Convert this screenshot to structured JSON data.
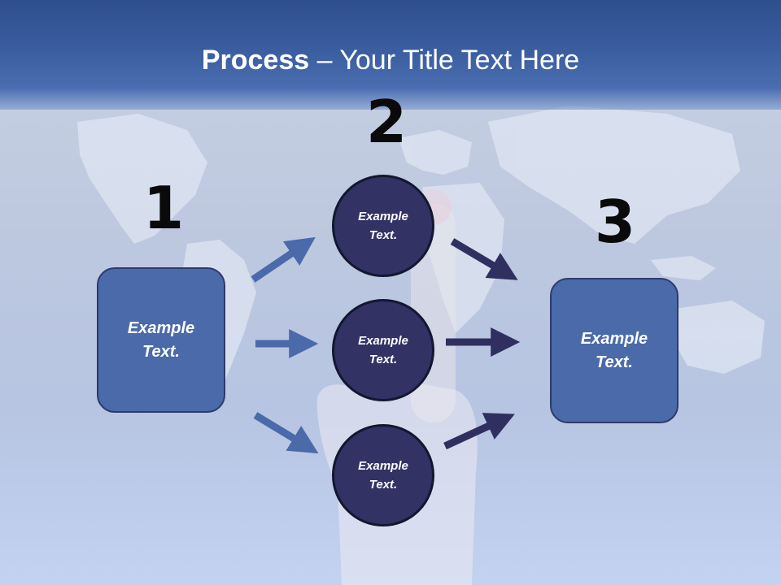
{
  "slide": {
    "title_bold": "Process",
    "title_rest": " – Your Title Text Here",
    "step_numbers": [
      "1",
      "2",
      "3"
    ],
    "left_box_text": "Example Text.",
    "circle_texts": [
      "Example Text.",
      "Example Text.",
      "Example Text."
    ],
    "right_box_text": "Example Text."
  },
  "colors": {
    "header_blue": "#3a5da0",
    "box_fill": "#4a6aaa",
    "circle_fill": "#323265",
    "left_arrows": "#4a6aaa",
    "right_arrows": "#303060"
  },
  "decorations": {
    "background": "world-map-with-pointing-hand"
  }
}
